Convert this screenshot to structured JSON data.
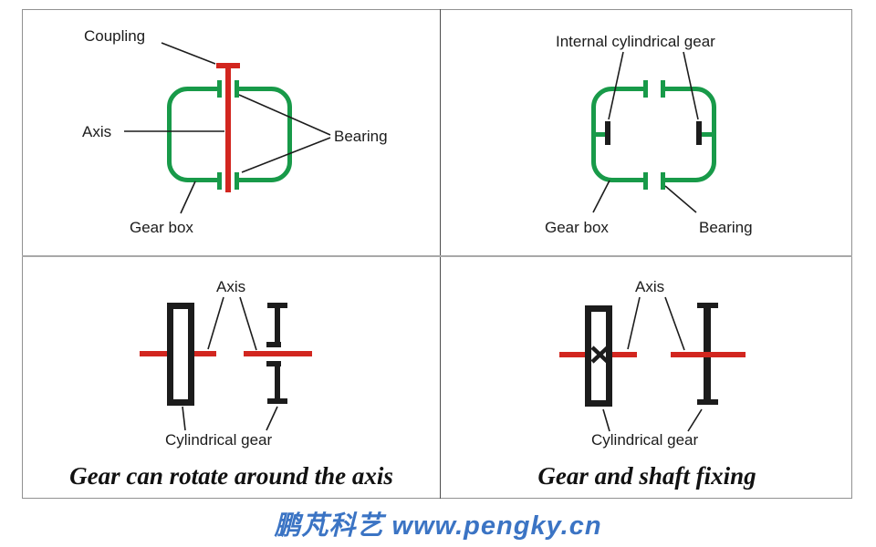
{
  "colors": {
    "green": "#189a49",
    "red": "#d2261f",
    "black": "#1c1c1c",
    "blue": "#3b74c4",
    "frame-border": "#919191",
    "divider-v": "#4d4d4d",
    "divider-h": "#a8a8a8"
  },
  "panels": {
    "top_left": {
      "labels": {
        "coupling": "Coupling",
        "axis": "Axis",
        "bearing": "Bearing",
        "gear_box": "Gear box"
      }
    },
    "top_right": {
      "labels": {
        "internal_gear": "Internal cylindrical gear",
        "gear_box": "Gear box",
        "bearing": "Bearing"
      }
    },
    "bottom_left": {
      "labels": {
        "axis": "Axis",
        "cylindrical_gear": "Cylindrical gear"
      },
      "caption": "Gear can rotate around the axis"
    },
    "bottom_right": {
      "labels": {
        "axis": "Axis",
        "cylindrical_gear": "Cylindrical gear"
      },
      "caption": "Gear and shaft fixing"
    }
  },
  "footer": {
    "brand": "鹏芃科艺",
    "url": "www.pengky.cn"
  }
}
